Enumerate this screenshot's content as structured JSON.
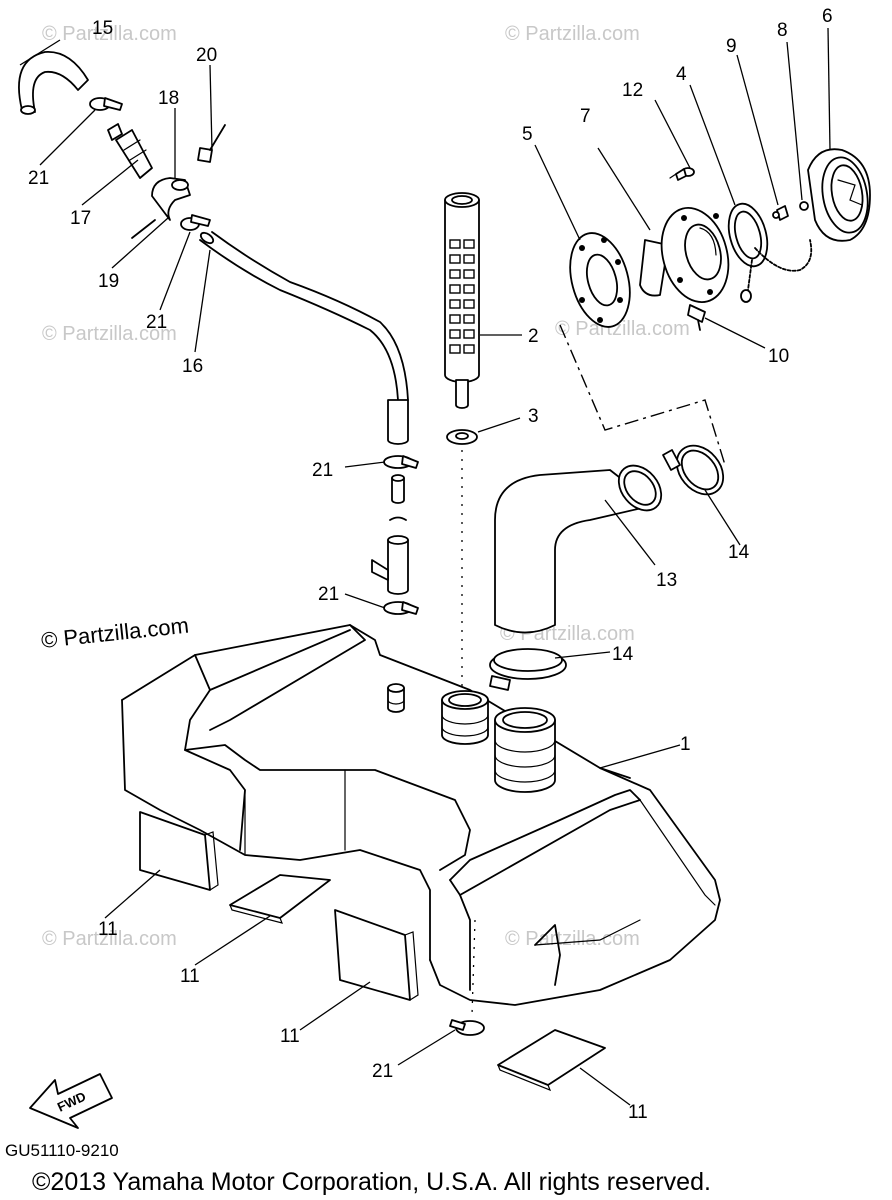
{
  "watermark": "© Partzilla.com",
  "diagram_code": "GU51110-9210",
  "copyright": "©2013  Yamaha Motor Corporation, U.S.A. All rights reserved.",
  "fwd_label": "FWD",
  "callouts": [
    "1",
    "2",
    "3",
    "4",
    "5",
    "6",
    "7",
    "8",
    "9",
    "10",
    "11",
    "11",
    "11",
    "11",
    "12",
    "13",
    "14",
    "14",
    "15",
    "16",
    "17",
    "18",
    "19",
    "20",
    "21",
    "21",
    "21",
    "21",
    "21"
  ]
}
